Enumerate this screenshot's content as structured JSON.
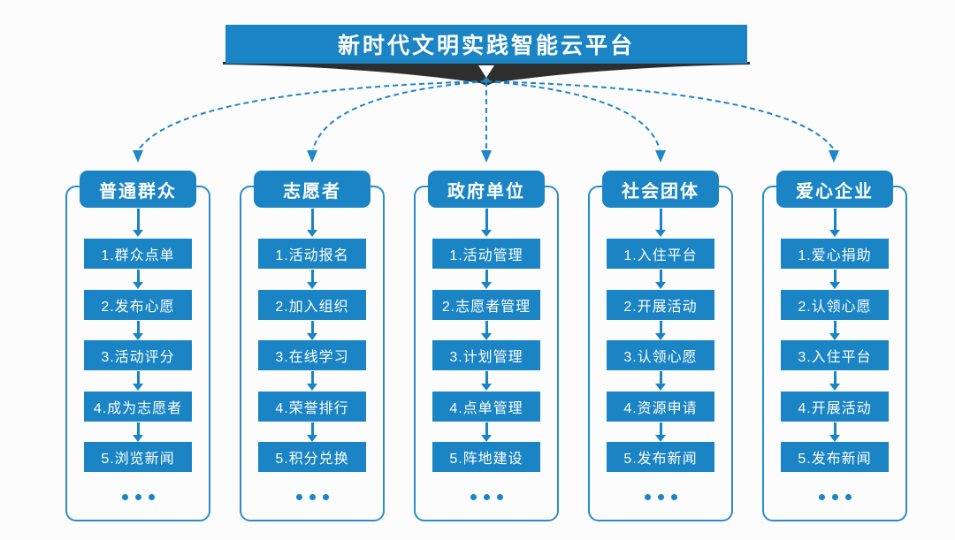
{
  "title": "新时代文明实践智能云平台",
  "colors": {
    "primary_blue": "#1a84c4",
    "outline_blue": "#2b8cc9",
    "ribbon_dark": "#2e2e2e",
    "dashed_blue": "#1f86c8",
    "background": "#fcfcfc"
  },
  "icons": {
    "banner_arrow": "down-triangle",
    "flow_arrows": "down-arrow",
    "more": "ellipsis-dots"
  },
  "columns": [
    {
      "title": "普通群众",
      "steps": [
        "1.群众点单",
        "2.发布心愿",
        "3.活动评分",
        "4.成为志愿者",
        "5.浏览新闻"
      ]
    },
    {
      "title": "志愿者",
      "steps": [
        "1.活动报名",
        "2.加入组织",
        "3.在线学习",
        "4.荣誉排行",
        "5.积分兑换"
      ]
    },
    {
      "title": "政府单位",
      "steps": [
        "1.活动管理",
        "2.志愿者管理",
        "3.计划管理",
        "4.点单管理",
        "5.阵地建设"
      ]
    },
    {
      "title": "社会团体",
      "steps": [
        "1.入住平台",
        "2.开展活动",
        "3.认领心愿",
        "4.资源申请",
        "5.发布新闻"
      ]
    },
    {
      "title": "爱心企业",
      "steps": [
        "1.爱心捐助",
        "2.认领心愿",
        "3.入住平台",
        "4.开展活动",
        "5.发布新闻"
      ]
    }
  ]
}
